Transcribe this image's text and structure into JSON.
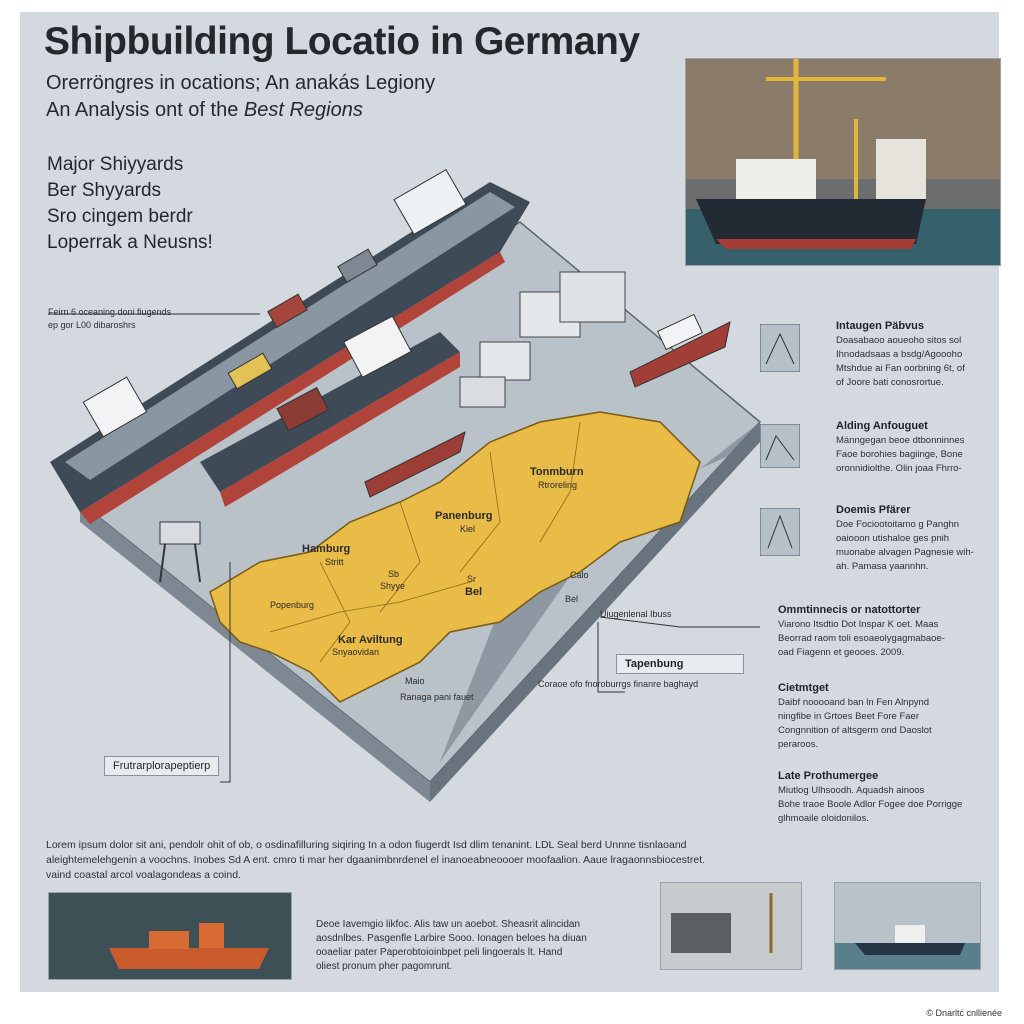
{
  "header": {
    "title": "Shipbuilding Locatio in Germany",
    "subtitle_line1": "Orerröngres in ocations; An anakás Legiony",
    "subtitle_line2_a": "An Analysis ont of the ",
    "subtitle_line2_b": "Best Regions"
  },
  "major": {
    "line1": "Major Shiyyards",
    "line2": "Ber Shyyards",
    "line3": "Sro cingem berdr",
    "line4": "Loperrak a Neusns!"
  },
  "left_note": {
    "line1": "Feirn 6 oceaning doni fiugends",
    "line2": "ep gor L00 dibaroshrs"
  },
  "map": {
    "regions": [
      {
        "name": "Tonmburn",
        "sub": "Rtroreling"
      },
      {
        "name": "Panenburg",
        "sub": "Kiel"
      },
      {
        "name": "Hamburg",
        "sub": "Stritt"
      },
      {
        "name": "Sb",
        "sub": "Shyye"
      },
      {
        "name": "Sr",
        "sub": "Bel"
      },
      {
        "name": "Popenburg",
        "sub": ""
      },
      {
        "name": "Kar Aviltung",
        "sub": "Snyaovidan"
      },
      {
        "name": "Calo",
        "sub": "Bel"
      }
    ],
    "small_caption_1": "Maio",
    "small_caption_2": "Ranaga pani fauet",
    "sea_caption": "Uiugenlenal Ibuss",
    "frame_label": "Frutrarplorapeptierp",
    "tapenburg_label": "Tapenbung",
    "tapenburg_caption": "Coraoe ofo fnoroburrgs finanre baghayd"
  },
  "callouts": [
    {
      "title": "Intaugen Päbvus",
      "text": [
        "Doasabaoo aoueoho sitos sol",
        "Ihnodadsaas a bsdg/Agoooho",
        "Mtshdue ai Fan oorbning 6t, of",
        "of Joore bati conosrortue."
      ]
    },
    {
      "title": "Alding Anfouguet",
      "text": [
        "Mánngegan beoe dtbonninnes",
        "Faoe borohies bagiinge, Bone",
        "oronnidiolthe. Olin joaa Fhrro-"
      ]
    },
    {
      "title": "Doemis Pfärer",
      "text": [
        "Doe Fociootoitamo g Panghn",
        "oaiooon utishaloe ges pnih",
        "muonabe alvagen Pagnesie wih-",
        "ah. Pamasa yaannhn."
      ]
    },
    {
      "title": "Ommtinnecis or natottorter",
      "text": [
        "Viarono Itsdtio Dot Inspar K oet. Maas",
        "Beorrad raom toli esoaeolygagmabaoe-",
        "oad Fiagenn et geooes. 2009."
      ]
    },
    {
      "title": "Cietmtget",
      "text": [
        "Daibf nooooand ban ln Fen Alnpynd",
        "ningfibe in Grtoes Beet Fore Faer",
        "Congnnition of altsgerm ond Daoslot",
        "peraroos."
      ]
    },
    {
      "title": "Late Prothumergee",
      "text": [
        "Miutlog Ulhsoodh. Aquadsh ainoos",
        "Bohe traoe Boole Adlor Fogee doe Porrigge",
        "glhmoaile oloidonilos."
      ]
    }
  ],
  "body": {
    "line1": "Lorem ipsum dolor sit ani, pendolr ohit of ob, o osdinafilluring siqiring In a odon fiugerdt Isd dlim tenanint. LDL Seal berd Unnne tisnlaoand",
    "line2": "aleightemelehgenin a voochns. Inobes Sd A ent. cmro ti mar her dgaanimbnrdenel el inanoeabneoooer moofaalion. Aaue lragaonnsbiocestret.",
    "line3": "vaind coastal arcol voalagondeas a coind."
  },
  "bottom_caption": {
    "line1": "Deoe Iavemgio likfoc. Alis taw un aoebot. Sheasrit alincidan",
    "line2": "aosdnlbes. Pasgenfle Larbire Sooo. Ionagen beloes ha diuan",
    "line3": "ooaeliar pater Paperobtoioinbpet peli lingoerals lt. Hand",
    "line4": "oliest pronum pher pagomrunt."
  },
  "copyright": "© Dnarltć cnllienée",
  "colors": {
    "poster_bg": "#d3d9de",
    "map_yellow": "#e9bb47",
    "hull_red": "#b0433a",
    "hull_dark": "#3f4a57",
    "water": "#5f6b78"
  }
}
